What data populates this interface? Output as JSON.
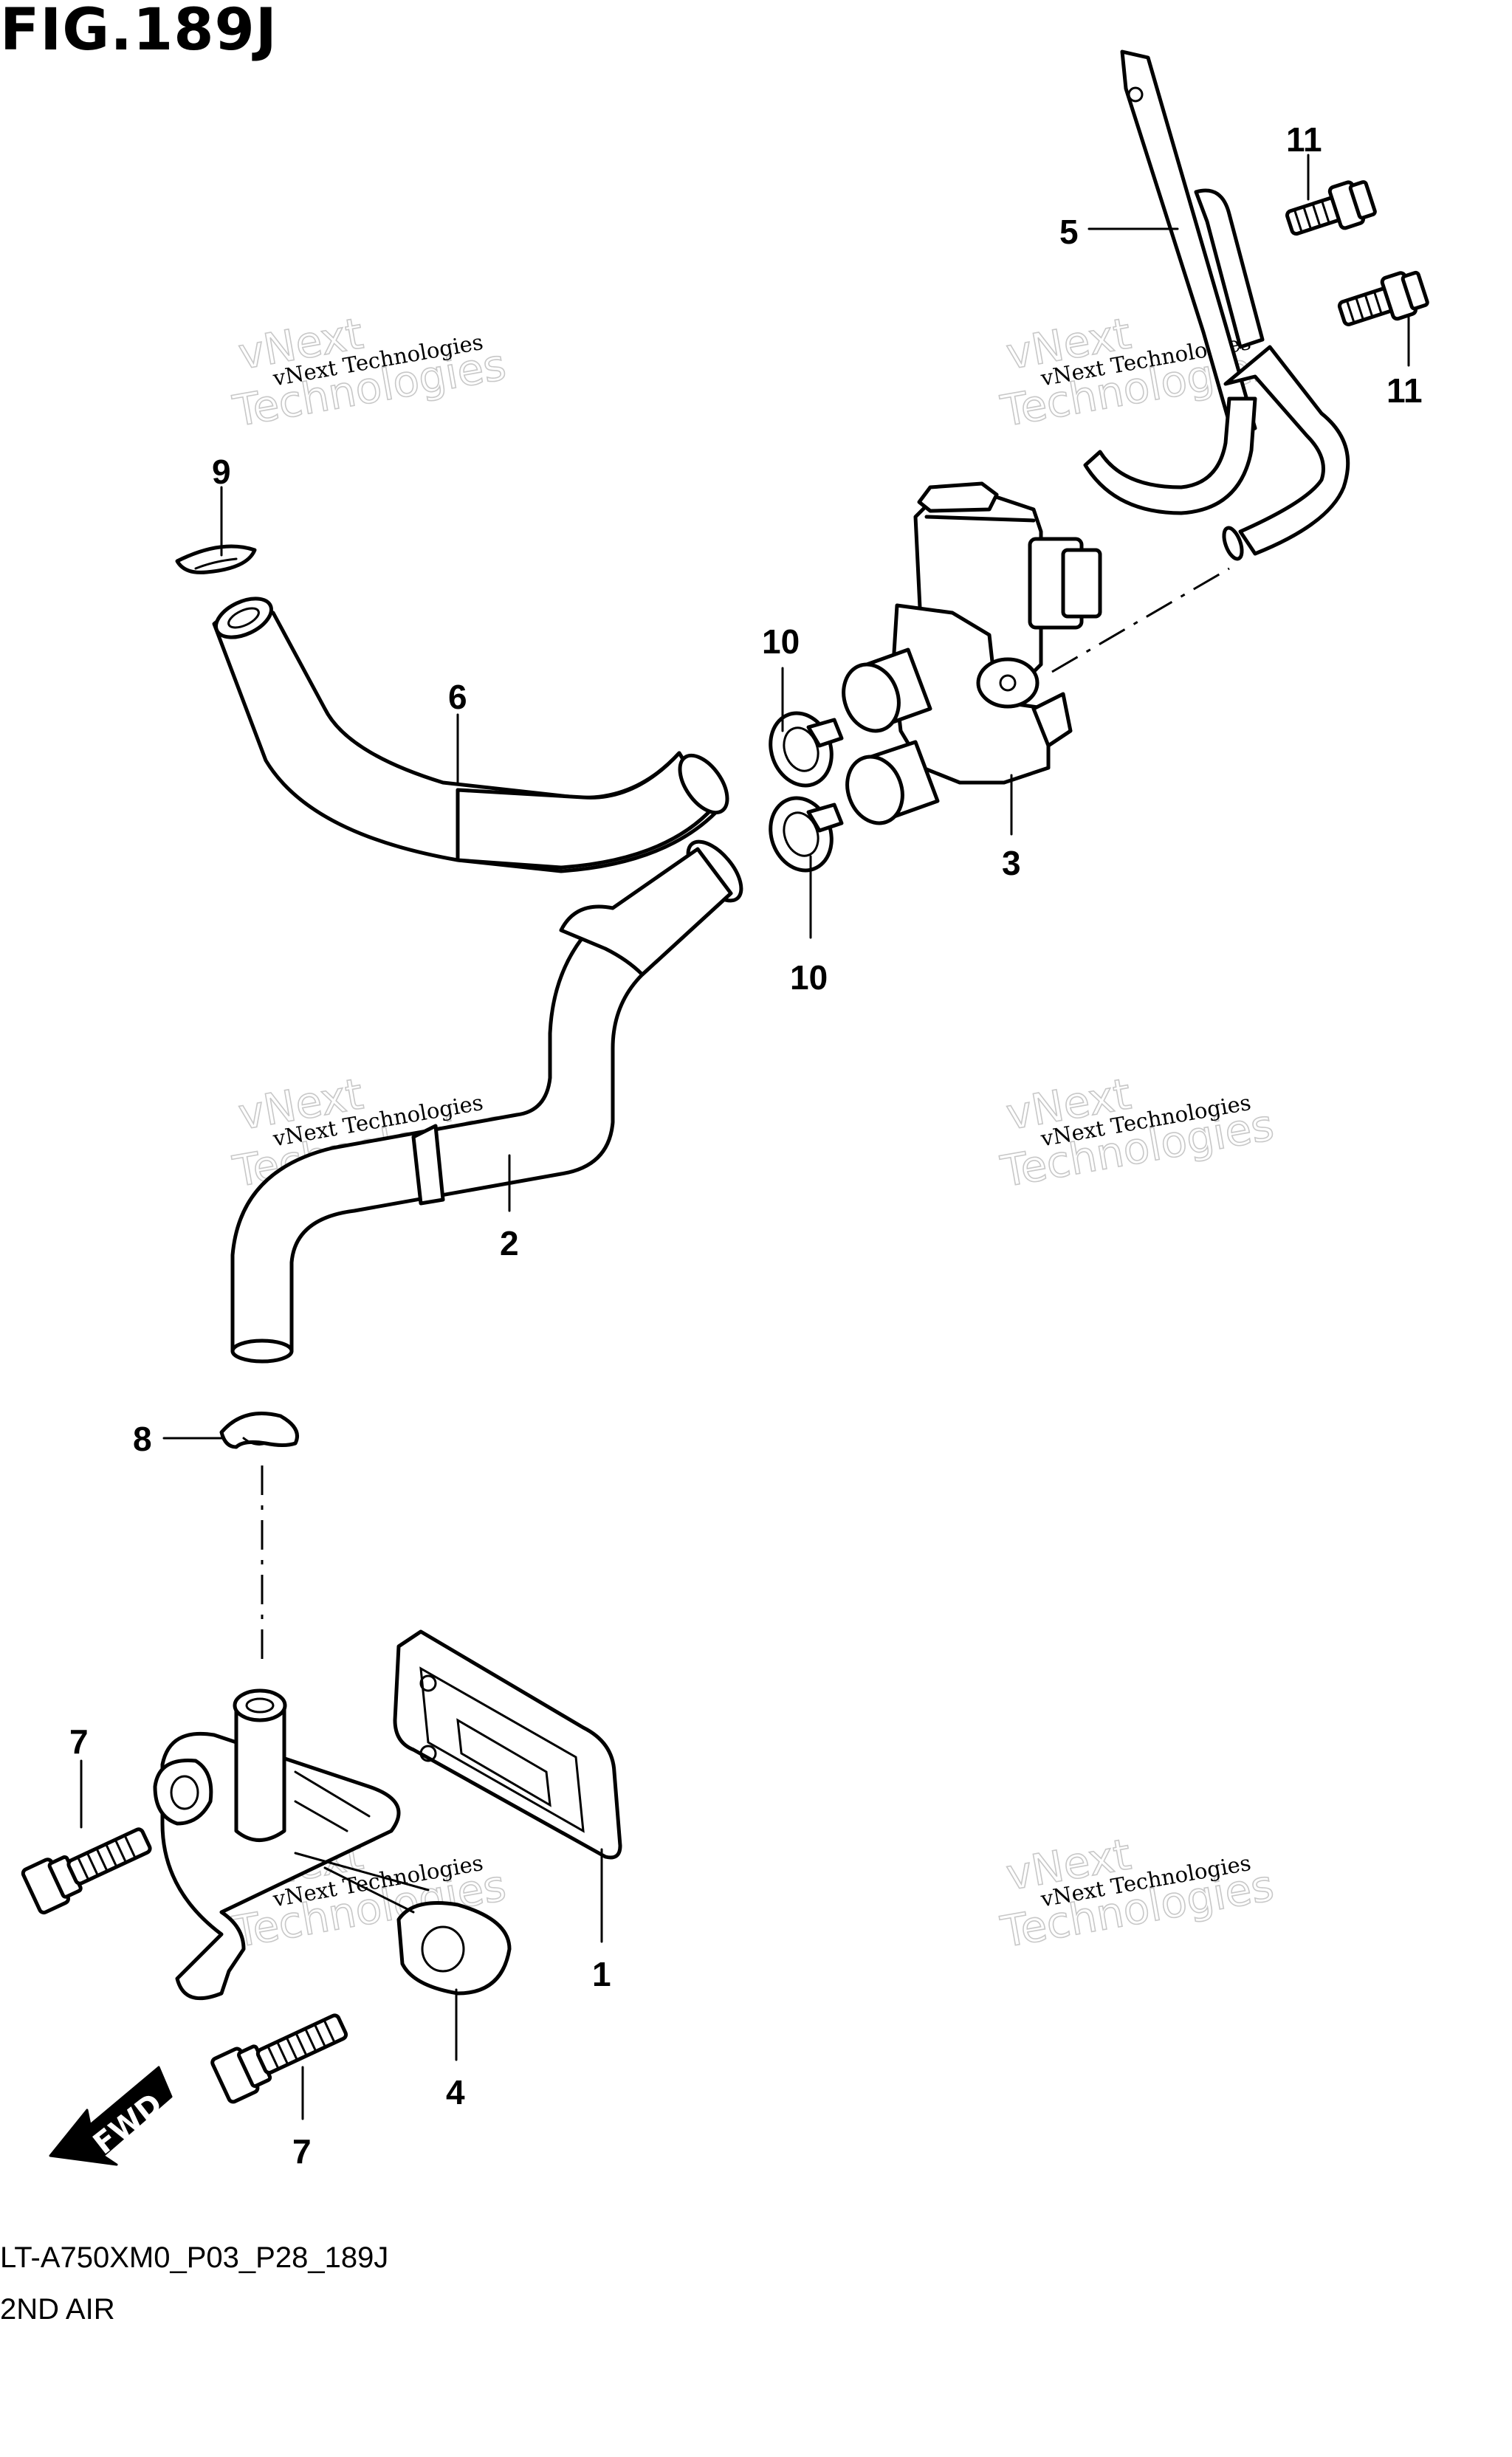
{
  "figure": {
    "title": "FIG.189J",
    "model_code": "LT-A750XM0_P03_P28_189J",
    "section_name": "2ND AIR"
  },
  "orientation_label": "FWD",
  "watermark": {
    "line1": "vNext Technologies",
    "line2a": "vNext",
    "line2b": "Technologies"
  },
  "callouts": [
    {
      "id": "c1",
      "label": "1"
    },
    {
      "id": "c2",
      "label": "2"
    },
    {
      "id": "c3",
      "label": "3"
    },
    {
      "id": "c4",
      "label": "4"
    },
    {
      "id": "c5",
      "label": "5"
    },
    {
      "id": "c6",
      "label": "6"
    },
    {
      "id": "c7a",
      "label": "7"
    },
    {
      "id": "c7b",
      "label": "7"
    },
    {
      "id": "c8",
      "label": "8"
    },
    {
      "id": "c9",
      "label": "9"
    },
    {
      "id": "c10a",
      "label": "10"
    },
    {
      "id": "c10b",
      "label": "10"
    },
    {
      "id": "c11a",
      "label": "11"
    },
    {
      "id": "c11b",
      "label": "11"
    }
  ]
}
